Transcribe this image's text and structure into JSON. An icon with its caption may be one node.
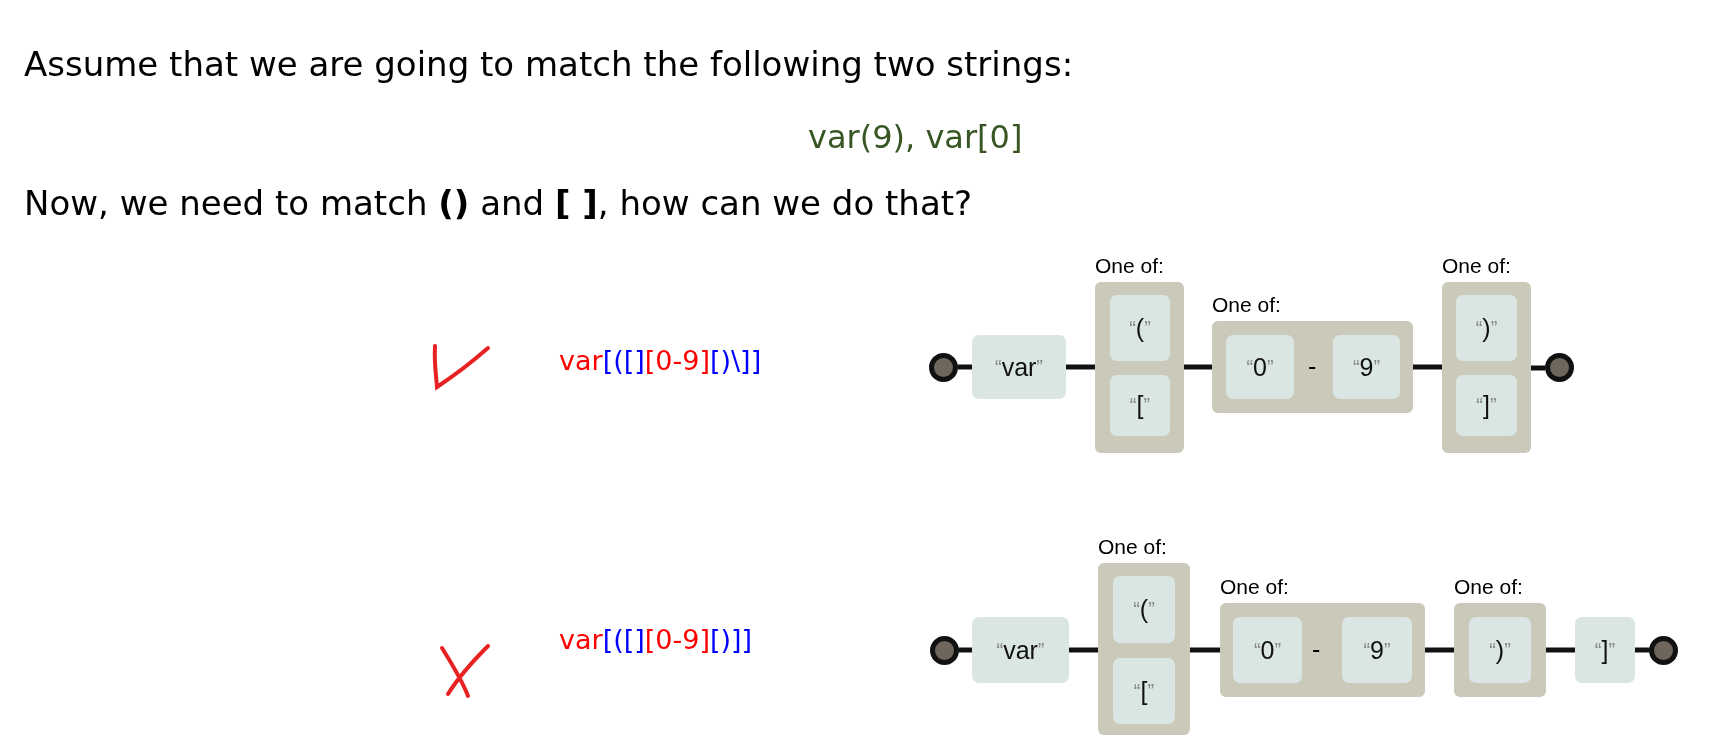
{
  "diagram": {
    "nodes": [
      {
        "text": [],
        "shape": "circle"
      },
      {
        "text": [
          "“var”"
        ]
      },
      {
        "text": [
          "One of:"
        ]
      },
      {
        "text": [
          "“(”"
        ],
        "in": 2
      },
      {
        "text": [
          "“[”"
        ],
        "in": 2
      },
      {
        "text": [
          "One of:",
          "-"
        ]
      },
      {
        "text": [
          "“0”"
        ],
        "in": 5
      },
      {
        "text": [
          "“9”"
        ],
        "in": 5
      },
      {
        "text": [
          "One of:"
        ]
      },
      {
        "text": [
          "“)”"
        ],
        "in": 8
      },
      {
        "text": [
          "“]”"
        ],
        "in": 8
      },
      {
        "text": [],
        "shape": "circle"
      },
      {
        "text": [],
        "shape": "circle"
      },
      {
        "text": [
          "“var”"
        ]
      },
      {
        "text": [
          "One of:"
        ]
      },
      {
        "text": [
          "“(”"
        ],
        "in": 14
      },
      {
        "text": [
          "“[”"
        ],
        "in": 14
      },
      {
        "text": [
          "One of:",
          "-"
        ]
      },
      {
        "text": [
          "“0”"
        ],
        "in": 17
      },
      {
        "text": [
          "“9”"
        ],
        "in": 17
      },
      {
        "text": [
          "One of:"
        ]
      },
      {
        "text": [
          "“)”"
        ],
        "in": 20
      },
      {
        "text": [
          "“]”"
        ]
      },
      {
        "text": [],
        "shape": "circle"
      }
    ],
    "edges": [
      {
        "from": 0,
        "to": 1,
        "arrow": "none"
      },
      {
        "from": 1,
        "to": 2,
        "arrow": "none"
      },
      {
        "from": 2,
        "to": 5,
        "arrow": "none"
      },
      {
        "from": 5,
        "to": 8,
        "arrow": "none"
      },
      {
        "from": 8,
        "to": 11,
        "arrow": "none"
      },
      {
        "from": 12,
        "to": 13,
        "arrow": "none"
      },
      {
        "from": 13,
        "to": 14,
        "arrow": "none"
      },
      {
        "from": 14,
        "to": 17,
        "arrow": "none"
      },
      {
        "from": 17,
        "to": 20,
        "arrow": "none"
      },
      {
        "from": 20,
        "to": 22,
        "arrow": "none"
      },
      {
        "from": 22,
        "to": 23,
        "arrow": "none"
      }
    ],
    "labels": [
      "Assume that we are going to match the following two strings:",
      "var(9), var[0]",
      "Now, we need to match **()** and **[ ]**, how can we do that?",
      "var[([][0-9][)\\]]",
      "var[([][0-9][)]]"
    ]
  }
}
